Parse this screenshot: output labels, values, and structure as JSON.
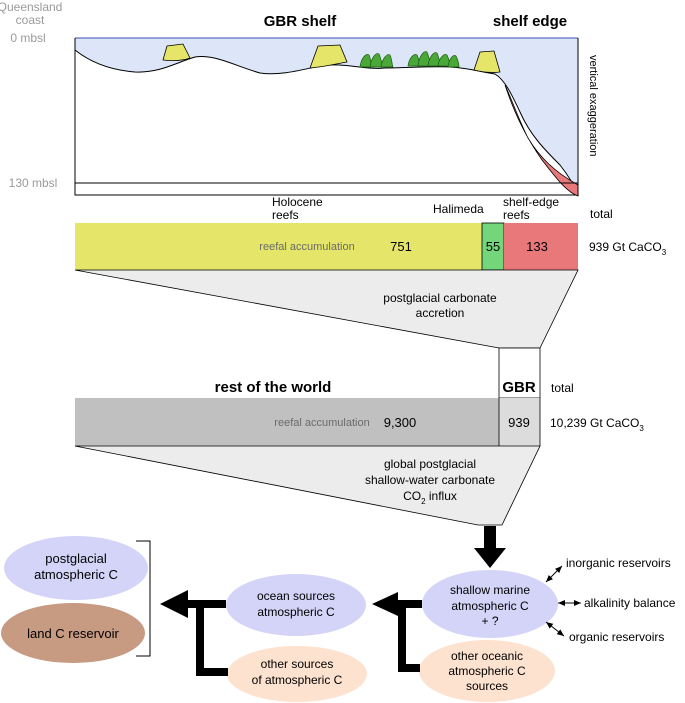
{
  "cross_section": {
    "left_label": [
      "Queensland",
      "coast"
    ],
    "depth_top": "0 mbsl",
    "depth_bottom": "130 mbsl",
    "shelf_label": "GBR shelf",
    "edge_label": "shelf edge",
    "exaggeration_label": "vertical exaggeration"
  },
  "gbr_budget": {
    "holocene_label": [
      "Holocene",
      "reefs"
    ],
    "halimeda_label": "Halimeda",
    "shelf_edge_label": [
      "shelf-edge",
      "reefs"
    ],
    "total_header": "total",
    "accumulation_label": "reefal accumulation",
    "holocene_value": "751",
    "halimeda_value": "55",
    "shelf_edge_value": "133",
    "total_value": "939 Gt CaCO",
    "total_sub": "3",
    "accretion_label": [
      "postglacial carbonate",
      "accretion"
    ]
  },
  "global_budget": {
    "rest_label": "rest of the world",
    "gbr_label": "GBR",
    "total_header": "total",
    "accumulation_label": "reefal accumulation",
    "rest_value": "9,300",
    "gbr_value": "939",
    "total_value": "10,239 Gt CaCO",
    "total_sub": "3",
    "influx_line1": "global postglacial",
    "influx_line2": "shallow-water carbonate",
    "influx_co": "CO",
    "influx_sub": "2",
    "influx_rest": " influx"
  },
  "flow": {
    "postglacial": [
      "postglacial",
      "atmospheric C"
    ],
    "land": "land C reservoir",
    "ocean": [
      "ocean sources",
      "atmospheric C"
    ],
    "other_sources": [
      "other sources",
      "of atmospheric C"
    ],
    "shallow": [
      "shallow marine",
      "atmospheric C",
      "+ ?"
    ],
    "other_oceanic": [
      "other oceanic",
      "atmospheric C",
      "sources"
    ],
    "inorganic": "inorganic reservoirs",
    "alkalinity": "alkalinity balance",
    "organic": "organic reservoirs"
  },
  "colors": {
    "water": "#dde6f8",
    "reef_yellow": "#e5e56a",
    "halimeda_green": "#74d67a",
    "shelf_edge_red": "#e8787a",
    "rest_gray": "#c0c0c0",
    "gbr_gray": "#dcdcdc",
    "funnel_gray": "#ececec",
    "lavender": "#d4d4f8",
    "peach": "#fde2cf",
    "land_brown": "#c79a82"
  }
}
